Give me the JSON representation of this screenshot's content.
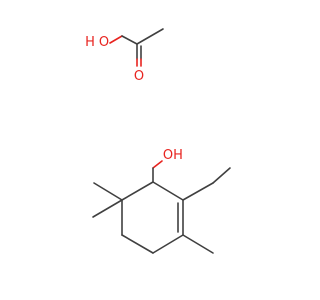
{
  "molecule_1": {
    "atoms": {
      "hydroxyl_o": "O",
      "hydroxyl_h": "H",
      "carbonyl_o": "O"
    }
  },
  "molecule_2": {
    "atoms": {
      "hydroxyl_o": "O",
      "hydroxyl_h": "H"
    }
  },
  "colors": {
    "bond": "#404040",
    "oxygen": "#e8231f",
    "background": "#ffffff"
  }
}
